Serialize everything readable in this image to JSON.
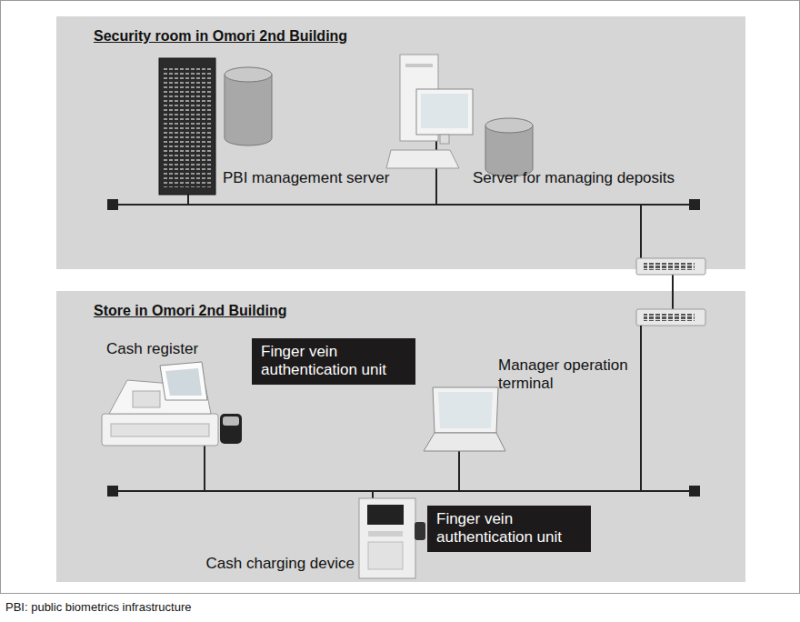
{
  "diagram": {
    "nodes": [
      {
        "text": [
          "Security room in Omori 2nd Building"
        ]
      },
      {
        "text": [
          "PBI management server"
        ],
        "in": 0
      },
      {
        "text": [
          "Server for managing deposits"
        ],
        "in": 0
      },
      {
        "text": [
          "Store in Omori 2nd Building"
        ]
      },
      {
        "text": [
          "Cash register"
        ],
        "in": 3
      },
      {
        "text": [
          "Finger vein authentication unit"
        ],
        "in": 3
      },
      {
        "text": [
          "Manager operation terminal"
        ],
        "in": 3
      },
      {
        "text": [
          "Cash charging device"
        ],
        "in": 3
      },
      {
        "text": [
          "Finger vein authentication unit"
        ],
        "in": 3
      }
    ],
    "edges": [
      {
        "from": 1,
        "to": 2,
        "arrow": "none"
      },
      {
        "from": 0,
        "to": 3,
        "arrow": "none"
      },
      {
        "from": 4,
        "to": 7,
        "arrow": "none"
      },
      {
        "from": 7,
        "to": 6,
        "arrow": "none"
      }
    ],
    "labels": [
      "PBI: public biometrics infrastructure"
    ]
  }
}
